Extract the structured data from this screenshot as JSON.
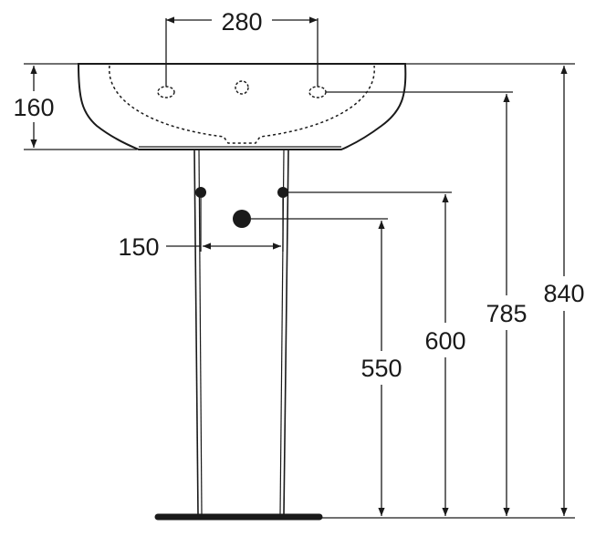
{
  "dimensions": {
    "tap_spacing": "280",
    "basin_depth": "160",
    "fixing_spacing": "150",
    "waste_height": "550",
    "fixing_height": "600",
    "tap_height": "785",
    "overall_height": "840"
  },
  "colors": {
    "ink": "#1a1a1a",
    "background": "#ffffff"
  }
}
